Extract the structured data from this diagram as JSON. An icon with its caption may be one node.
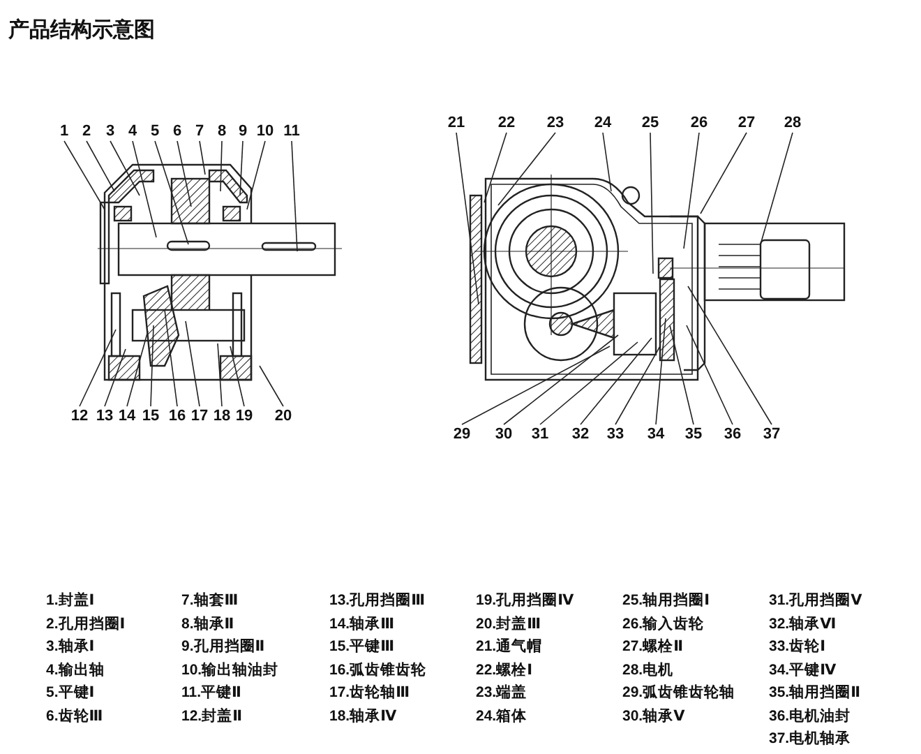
{
  "diagram": {
    "title": "产品结构示意图",
    "nodes": [
      {
        "text": [
          "1"
        ]
      },
      {
        "text": [
          "2"
        ]
      },
      {
        "text": [
          "3"
        ]
      },
      {
        "text": [
          "4"
        ]
      },
      {
        "text": [
          "5"
        ]
      },
      {
        "text": [
          "6"
        ]
      },
      {
        "text": [
          "7"
        ]
      },
      {
        "text": [
          "8"
        ]
      },
      {
        "text": [
          "9"
        ]
      },
      {
        "text": [
          "10"
        ]
      },
      {
        "text": [
          "11"
        ]
      },
      {
        "text": [
          "12"
        ]
      },
      {
        "text": [
          "13"
        ]
      },
      {
        "text": [
          "14"
        ]
      },
      {
        "text": [
          "15"
        ]
      },
      {
        "text": [
          "16"
        ]
      },
      {
        "text": [
          "17"
        ]
      },
      {
        "text": [
          "18"
        ]
      },
      {
        "text": [
          "19"
        ]
      },
      {
        "text": [
          "20"
        ]
      },
      {
        "text": [
          "21"
        ]
      },
      {
        "text": [
          "22"
        ]
      },
      {
        "text": [
          "23"
        ]
      },
      {
        "text": [
          "24"
        ]
      },
      {
        "text": [
          "25"
        ]
      },
      {
        "text": [
          "26"
        ]
      },
      {
        "text": [
          "27"
        ]
      },
      {
        "text": [
          "28"
        ]
      },
      {
        "text": [
          "29"
        ]
      },
      {
        "text": [
          "30"
        ]
      },
      {
        "text": [
          "31"
        ]
      },
      {
        "text": [
          "32"
        ]
      },
      {
        "text": [
          "33"
        ]
      },
      {
        "text": [
          "34"
        ]
      },
      {
        "text": [
          "35"
        ]
      },
      {
        "text": [
          "36"
        ]
      },
      {
        "text": [
          "37"
        ]
      }
    ],
    "edges": [
      {
        "from": 0,
        "to": null,
        "arrow": "none"
      },
      {
        "from": 1,
        "to": null,
        "arrow": "none"
      },
      {
        "from": 2,
        "to": null,
        "arrow": "none"
      },
      {
        "from": 3,
        "to": null,
        "arrow": "none"
      },
      {
        "from": 4,
        "to": null,
        "arrow": "none"
      },
      {
        "from": 5,
        "to": null,
        "arrow": "none"
      },
      {
        "from": 6,
        "to": null,
        "arrow": "none"
      },
      {
        "from": 7,
        "to": null,
        "arrow": "none"
      },
      {
        "from": 8,
        "to": null,
        "arrow": "none"
      },
      {
        "from": 9,
        "to": null,
        "arrow": "none"
      },
      {
        "from": 10,
        "to": null,
        "arrow": "none"
      },
      {
        "from": 11,
        "to": null,
        "arrow": "none"
      },
      {
        "from": 12,
        "to": null,
        "arrow": "none"
      },
      {
        "from": 13,
        "to": null,
        "arrow": "none"
      },
      {
        "from": 14,
        "to": null,
        "arrow": "none"
      },
      {
        "from": 15,
        "to": null,
        "arrow": "none"
      },
      {
        "from": 16,
        "to": null,
        "arrow": "none"
      },
      {
        "from": 17,
        "to": null,
        "arrow": "none"
      },
      {
        "from": 18,
        "to": null,
        "arrow": "none"
      },
      {
        "from": 19,
        "to": null,
        "arrow": "none"
      },
      {
        "from": 20,
        "to": null,
        "arrow": "none"
      },
      {
        "from": 21,
        "to": null,
        "arrow": "none"
      },
      {
        "from": 22,
        "to": null,
        "arrow": "none"
      },
      {
        "from": 23,
        "to": null,
        "arrow": "none"
      },
      {
        "from": 24,
        "to": null,
        "arrow": "none"
      },
      {
        "from": 25,
        "to": null,
        "arrow": "none"
      },
      {
        "from": 26,
        "to": null,
        "arrow": "none"
      },
      {
        "from": 27,
        "to": null,
        "arrow": "none"
      },
      {
        "from": 28,
        "to": null,
        "arrow": "none"
      },
      {
        "from": 29,
        "to": null,
        "arrow": "none"
      },
      {
        "from": 30,
        "to": null,
        "arrow": "none"
      },
      {
        "from": 31,
        "to": null,
        "arrow": "none"
      },
      {
        "from": 32,
        "to": null,
        "arrow": "none"
      },
      {
        "from": 33,
        "to": null,
        "arrow": "none"
      },
      {
        "from": 34,
        "to": null,
        "arrow": "none"
      },
      {
        "from": 35,
        "to": null,
        "arrow": "none"
      },
      {
        "from": 36,
        "to": null,
        "arrow": "none"
      }
    ],
    "labels": [
      "1.封盖Ⅰ",
      "2.孔用挡圈Ⅰ",
      "3.轴承Ⅰ",
      "4.输出轴",
      "5.平键Ⅰ",
      "6.齿轮Ⅲ",
      "7.轴套Ⅲ",
      "8.轴承Ⅱ",
      "9.孔用挡圈Ⅱ",
      "10.输出轴油封",
      "11.平键Ⅱ",
      "12.封盖Ⅱ",
      "13.孔用挡圈Ⅲ",
      "14.轴承Ⅲ",
      "15.平键Ⅲ",
      "16.弧齿锥齿轮",
      "17.齿轮轴Ⅲ",
      "18.轴承Ⅳ",
      "19.孔用挡圈Ⅳ",
      "20.封盖Ⅲ",
      "21.通气帽",
      "22.螺栓Ⅰ",
      "23.端盖",
      "24.箱体",
      "25.轴用挡圈Ⅰ",
      "26.输入齿轮",
      "27.螺栓Ⅱ",
      "28.电机",
      "29.弧齿锥齿轮轴",
      "30.轴承Ⅴ",
      "31.孔用挡圈Ⅴ",
      "32.轴承Ⅵ",
      "33.齿轮Ⅰ",
      "34.平键Ⅳ",
      "35.轴用挡圈Ⅱ",
      "36.电机油封",
      "37.电机轴承"
    ]
  }
}
